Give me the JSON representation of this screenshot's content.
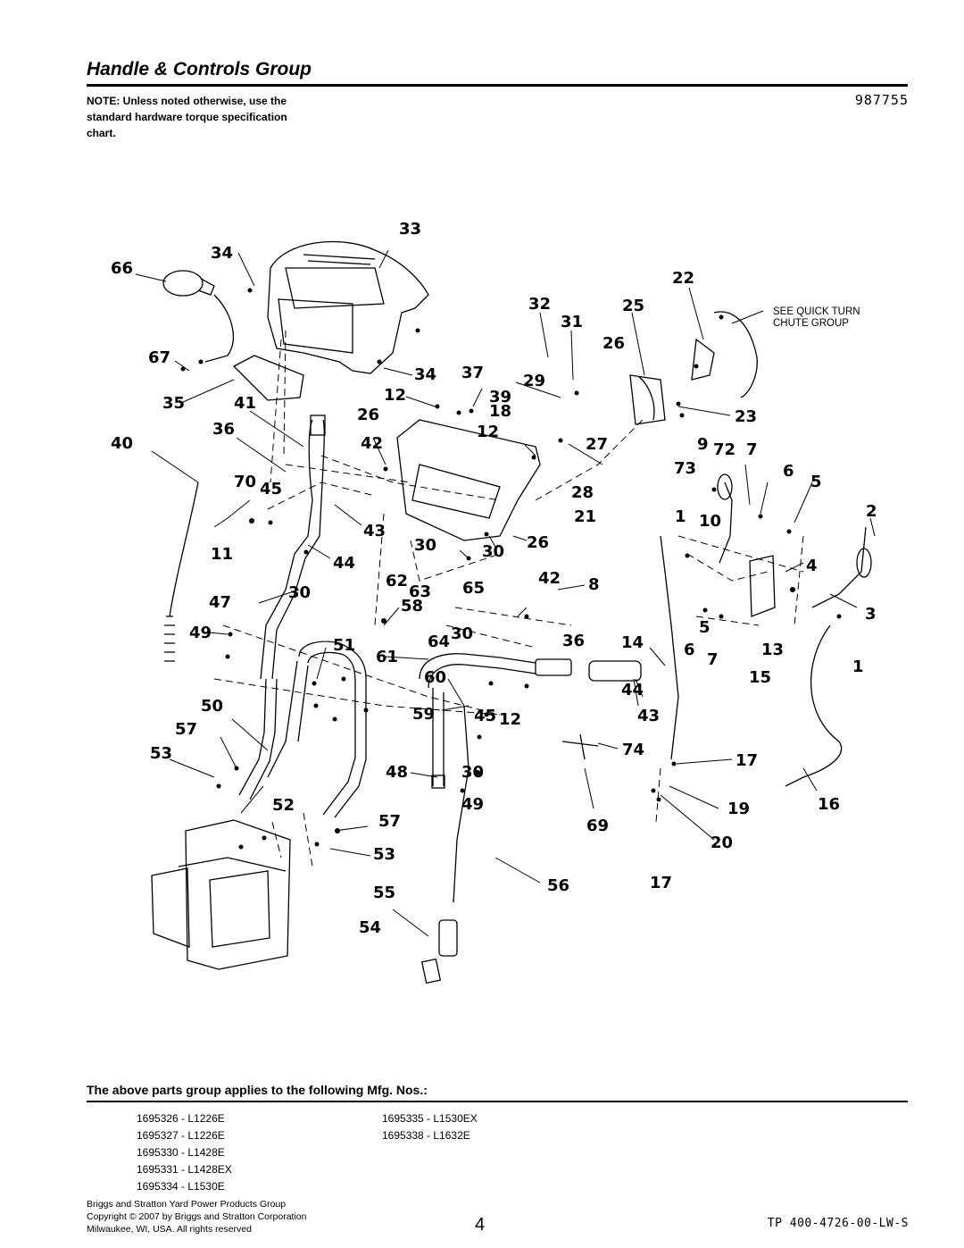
{
  "header": {
    "title": "Handle & Controls Group",
    "note": "NOTE: Unless noted otherwise, use the standard hardware torque specification chart.",
    "diagram_number": "987755"
  },
  "diagram": {
    "reference_note_line1": "SEE QUICK TURN",
    "reference_note_line2": "CHUTE GROUP",
    "callouts": [
      "33",
      "34",
      "66",
      "22",
      "32",
      "25",
      "31",
      "26",
      "67",
      "34",
      "37",
      "29",
      "12",
      "39",
      "35",
      "41",
      "26",
      "18",
      "23",
      "36",
      "12",
      "40",
      "42",
      "27",
      "9",
      "72",
      "7",
      "73",
      "6",
      "5",
      "70",
      "45",
      "28",
      "43",
      "21",
      "1",
      "10",
      "2",
      "11",
      "30",
      "30",
      "26",
      "44",
      "42",
      "8",
      "4",
      "62",
      "63",
      "65",
      "47",
      "30",
      "58",
      "5",
      "3",
      "49",
      "64",
      "30",
      "36",
      "14",
      "51",
      "61",
      "6",
      "7",
      "13",
      "1",
      "60",
      "15",
      "44",
      "50",
      "59",
      "45",
      "12",
      "43",
      "57",
      "74",
      "53",
      "17",
      "48",
      "30",
      "52",
      "49",
      "19",
      "16",
      "57",
      "69",
      "20",
      "53",
      "55",
      "56",
      "17",
      "54"
    ]
  },
  "applies": {
    "heading": "The above parts group applies to the following Mfg. Nos.:",
    "col1": [
      "1695326 - L1226E",
      "1695327 - L1226E",
      "1695330 - L1428E",
      "1695331 - L1428EX",
      "1695334 - L1530E"
    ],
    "col2": [
      "1695335 - L1530EX",
      "1695338 - L1632E"
    ]
  },
  "footer": {
    "line1": "Briggs and Stratton Yard Power Products Group",
    "line2": "Copyright ©  2007 by Briggs and Stratton Corporation",
    "line3": "Milwaukee, WI, USA. All rights reserved",
    "page": "4",
    "doc_code": "TP 400-4726-00-LW-S"
  }
}
